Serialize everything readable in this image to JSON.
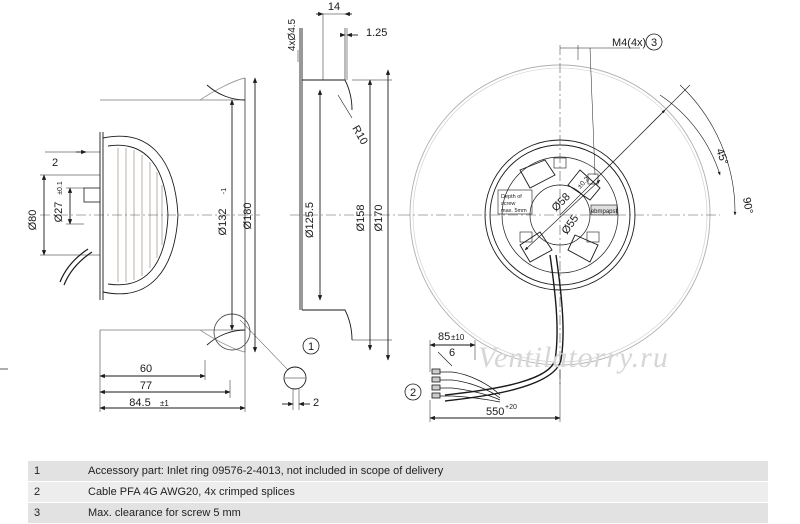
{
  "watermark": "Ventilatorry.ru",
  "dims": {
    "d80": "Ø80",
    "d27": "Ø27",
    "d27_tol": "±0.1",
    "d132": "Ø132",
    "d132_tol": "-1",
    "d180": "Ø180",
    "d125_5": "Ø125.5",
    "d158": "Ø158",
    "d170": "Ø170",
    "d58": "Ø58",
    "d58_tol": "±0.2",
    "d55": "Ø55",
    "n2_left": "2",
    "n60": "60",
    "n77": "77",
    "n84_5": "84.5",
    "n84_5_tol": "±1",
    "n2_small": "2",
    "n14": "14",
    "n1_25": "1.25",
    "holes": "4xØ4.5",
    "r10": "R10",
    "m4": "M4(4x)",
    "a45": "45°",
    "a90": "90°",
    "n85": "85",
    "n85_tol": "±10",
    "n6": "6",
    "n550": "550",
    "n550_tol": "+20",
    "screw_note": [
      "Depth of",
      "screw",
      "max. 5mm"
    ],
    "brand": "ebmpapst"
  },
  "callouts": {
    "c1": "1",
    "c2": "2",
    "c3": "3"
  },
  "notes": [
    {
      "num": "1",
      "text": "Accessory part: Inlet ring 09576-2-4013, not included in scope of delivery"
    },
    {
      "num": "2",
      "text": "Cable PFA 4G AWG20, 4x crimped splices"
    },
    {
      "num": "3",
      "text": "Max. clearance for screw 5 mm"
    }
  ]
}
